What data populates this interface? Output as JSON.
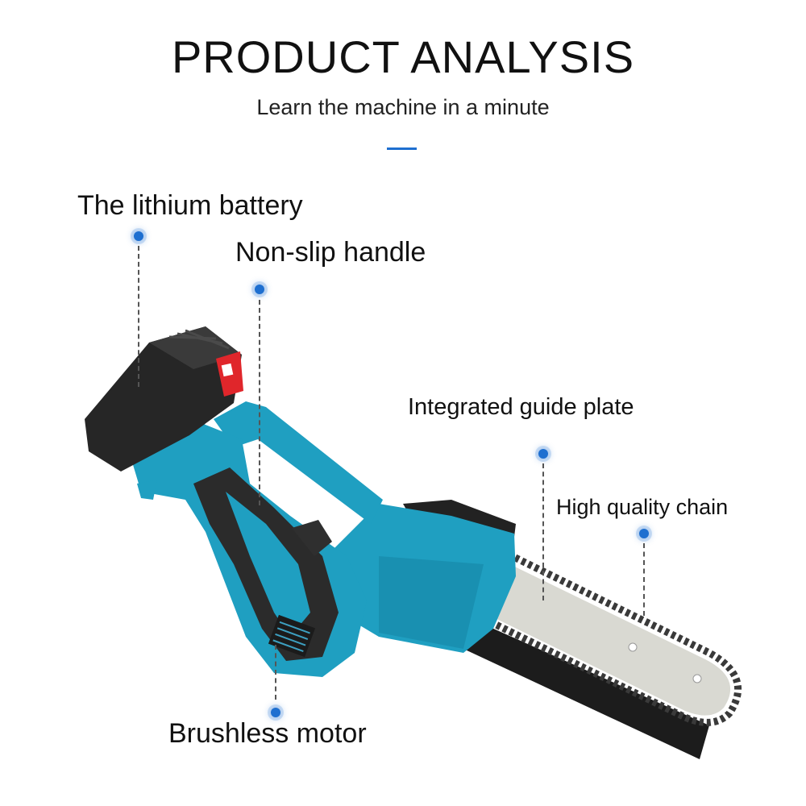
{
  "header": {
    "title": "PRODUCT ANALYSIS",
    "subtitle": "Learn the machine in a minute"
  },
  "colors": {
    "accent": "#1e6fd0",
    "body_blue": "#1f9fc1",
    "battery_black": "#262626",
    "lock_red": "#e0262b",
    "bar_silver": "#d9d9d2"
  },
  "callouts": {
    "battery": "The lithium battery",
    "handle": "Non-slip handle",
    "guide_plate": "Integrated guide plate",
    "chain": "High quality chain",
    "motor": "Brushless motor"
  }
}
